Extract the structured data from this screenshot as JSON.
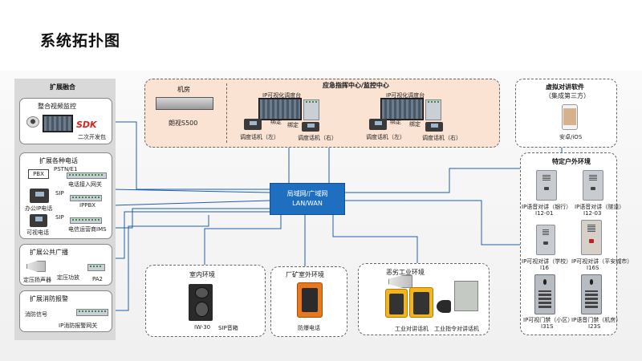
{
  "page": {
    "title": "系统拓扑图"
  },
  "expansion": {
    "header": "扩展融合",
    "video": {
      "header": "整合视频监控",
      "sdk": "SDK",
      "sdk_sub": "二次开发包"
    },
    "phone": {
      "header": "扩展各种电话",
      "pbx": "PBX",
      "pstn": "PSTN/E1",
      "gateway": "电话接入网关",
      "sip1": "SIP",
      "office_phone": "办公IP电话",
      "ippbx": "IPPBX",
      "sip2": "SIP",
      "video_phone": "可视电话",
      "ims": "电信运营商IMS"
    },
    "broadcast": {
      "header": "扩展公共广播",
      "horn": "定压扬声器",
      "amp": "定压功放",
      "pa": "PA2"
    },
    "fire": {
      "header": "扩展消防报警",
      "signal": "消防信号",
      "gateway": "IP消防报警网关"
    }
  },
  "machine_room": {
    "header": "机房",
    "server": "朗视S500"
  },
  "command_center": {
    "header": "应急指挥中心/监控中心",
    "wall1": "IP可视化调度台",
    "bind1": "绑定",
    "bind2": "绑定",
    "left1": "调度话机（左）",
    "right1": "调度话机（右）",
    "wall2": "IP可视化调度台",
    "bind3": "绑定",
    "bind4": "绑定",
    "left2": "调度话机（左）",
    "right2": "调度话机（右）"
  },
  "network": {
    "line1": "局域网/广域网",
    "line2": "LAN/WAN"
  },
  "virtual": {
    "header": "虚拟对讲软件",
    "sub": "（集成第三方）",
    "device": "安卓/iOS"
  },
  "outdoor": {
    "header": "特定户外环境",
    "d1": "IP语音对讲（银行）",
    "d1m": "I12-01",
    "d2": "IP语音对讲（隧道）",
    "d2m": "I12-03",
    "d3": "IP可视对讲（学校）",
    "d3m": "I16",
    "d4": "IP可视对讲（平安城市）",
    "d4m": "I16S",
    "d5": "IP可视门禁（小区）",
    "d5m": "I31S",
    "d6": "IP语音门禁（机房）",
    "d6m": "I23S"
  },
  "indoor": {
    "header": "室内环境",
    "model": "IW-30",
    "name": "SIP音箱"
  },
  "factory": {
    "header": "厂矿室外环境",
    "name": "防爆电话"
  },
  "harsh": {
    "header": "恶劣工业环境",
    "name1": "工业对讲话机",
    "name2": "工业指令对讲话机"
  }
}
